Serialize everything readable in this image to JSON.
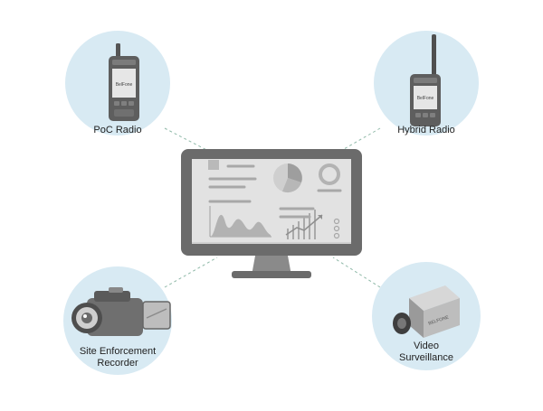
{
  "colors": {
    "circle_fill": "#d8eaf3",
    "connector": "#8fb9a8",
    "device_gray": "#6b6b6b",
    "screen_bg": "#e2e2e2"
  },
  "center": {
    "name": "monitor-dashboard"
  },
  "devices": {
    "poc_radio": {
      "label": "PoC Radio",
      "icon": "handheld-radio-icon",
      "brand": "BelFone"
    },
    "hybrid_radio": {
      "label": "Hybrid Radio",
      "icon": "long-antenna-radio-icon",
      "brand": "BelFone"
    },
    "recorder": {
      "label_line1": "Site Enforcement",
      "label_line2": "Recorder",
      "icon": "camcorder-icon"
    },
    "camera": {
      "label_line1": "Video",
      "label_line2": "Surveillance",
      "icon": "security-camera-icon",
      "brand": "BELFONE"
    }
  }
}
